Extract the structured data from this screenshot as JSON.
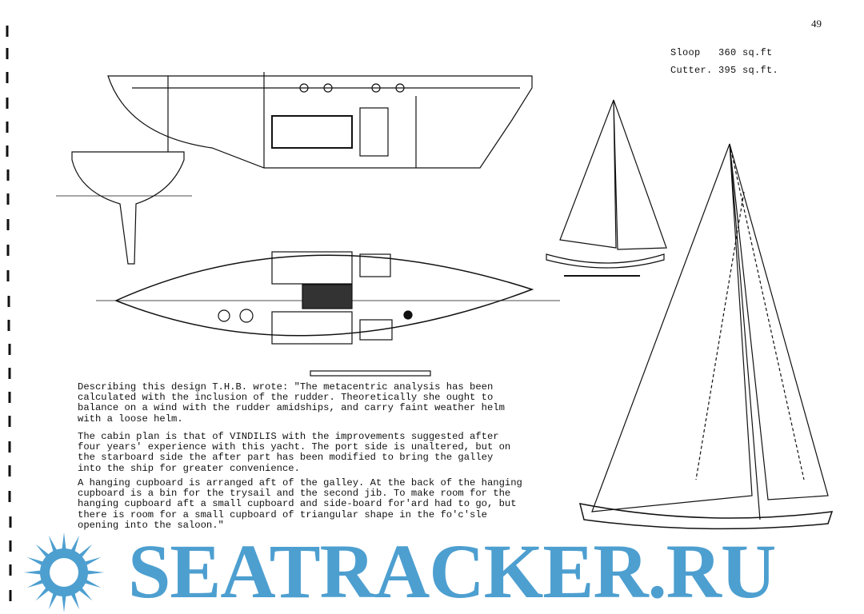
{
  "page_number": "49",
  "sail_areas": [
    {
      "label": "Sloop",
      "value": "360 sq.ft"
    },
    {
      "label": "Cutter.",
      "value": "395 sq.ft."
    }
  ],
  "paragraphs": [
    "Describing this design T.H.B. wrote: \"The metacentric analysis has been\ncalculated with the inclusion of the rudder. Theoretically she ought to\nbalance on a wind with the rudder amidships, and carry faint weather helm\nwith a loose helm.",
    "The cabin plan is that of VINDILIS with the improvements suggested after\nfour years' experience with this yacht. The port side is unaltered, but on\nthe starboard side the after part has been modified to bring the galley\ninto the ship for greater convenience.",
    "A hanging cupboard is arranged aft of the galley. At the back of the hanging\ncupboard is a bin for the trysail and the second jib. To make room for the\nhanging cupboard aft a small cupboard and side-board for'ard had to go, but\nthere is room for a small cupboard of triangular shape in the fo'c'sle\nopening into the saloon.\""
  ],
  "watermark": "SEATRACKER.RU",
  "colors": {
    "watermark": "#4d9fd0",
    "ink": "#111111"
  }
}
